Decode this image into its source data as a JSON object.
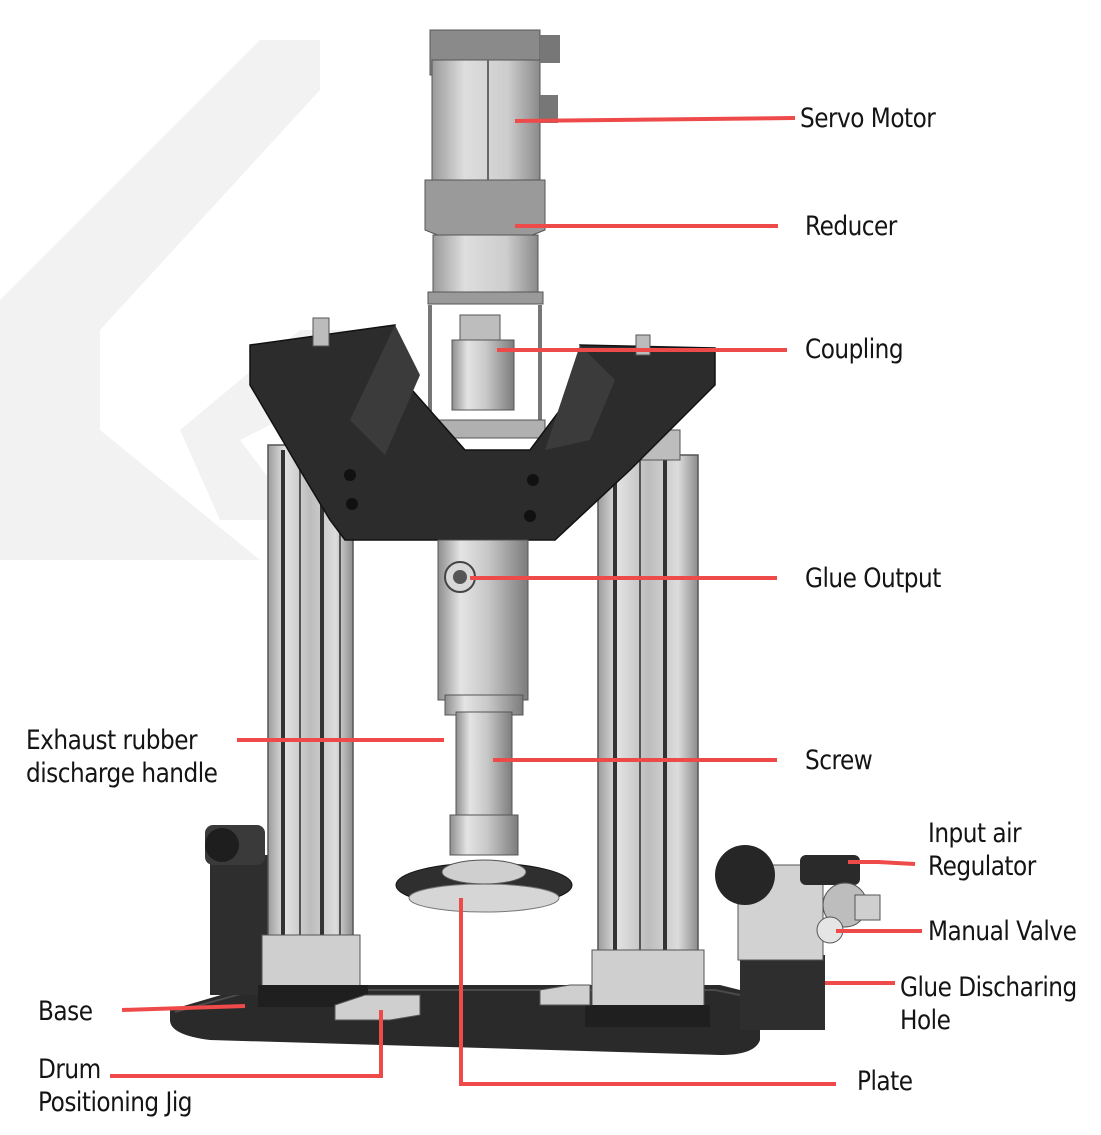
{
  "diagram": {
    "labels": {
      "servo_motor": "Servo Motor",
      "reducer": "Reducer",
      "coupling": "Coupling",
      "glue_output": "Glue Output",
      "screw": "Screw",
      "exhaust_line1": "Exhaust rubber",
      "exhaust_line2": "discharge handle",
      "input_air_line1": "Input air",
      "input_air_line2": "Regulator",
      "manual_valve": "Manual Valve",
      "glue_hole_line1": "Glue Discharing",
      "glue_hole_line2": "Hole",
      "base": "Base",
      "drum_line1": "Drum",
      "drum_line2": "Positioning Jig",
      "plate": "Plate"
    },
    "colors": {
      "leader_line": "#ef4a4a",
      "frame_dark": "#2b2b2b",
      "metal_light": "#cfcfcf",
      "watermark": "#f1f1f1"
    }
  }
}
